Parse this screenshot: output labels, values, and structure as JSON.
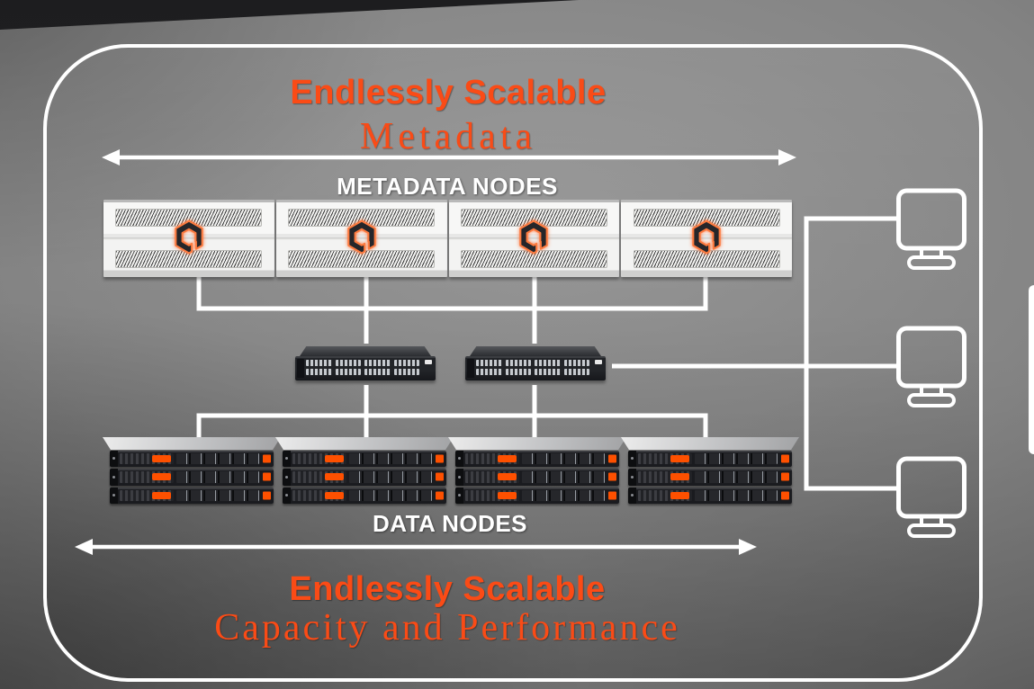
{
  "slide": {
    "top_section": {
      "heading": "Endlessly Scalable",
      "subheading": "Metadata",
      "row_label": "METADATA NODES"
    },
    "bottom_section": {
      "row_label": "DATA NODES",
      "heading": "Endlessly Scalable",
      "subheading": "Capacity and Performance"
    },
    "components": {
      "metadata_nodes": 4,
      "switches": 2,
      "data_node_stacks": 4,
      "servers_per_stack": 3,
      "client_monitors": 3
    },
    "colors": {
      "accent_orange": "#FA4B16",
      "logo_orange": "#FE5000",
      "line_white": "#FFFFFF"
    }
  }
}
